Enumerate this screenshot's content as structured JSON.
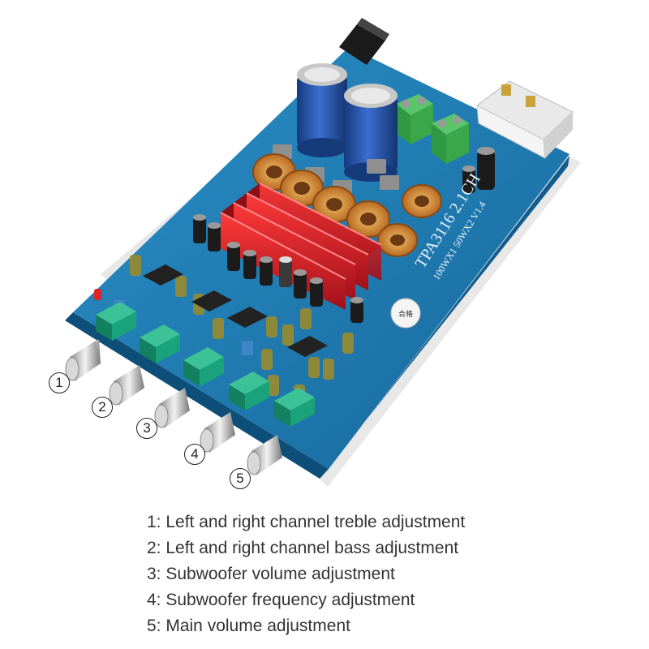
{
  "board": {
    "chip_marking": "TPA3116 2.1CH",
    "power_marking": "100WX1 50WX2 V1.4",
    "qc_sticker": "合格"
  },
  "callouts": [
    "1",
    "2",
    "3",
    "4",
    "5"
  ],
  "legend": [
    "1: Left and right channel treble adjustment",
    "2: Left and right channel bass adjustment",
    "3: Subwoofer volume adjustment",
    "4: Subwoofer frequency adjustment",
    "5: Main volume adjustment"
  ],
  "colors": {
    "pcb": "#1f7fb8",
    "heatsink": "#c8202a",
    "capacitor": "#1f4fa8",
    "pot_body": "#1aa37a",
    "terminal": "#3aa84a"
  }
}
